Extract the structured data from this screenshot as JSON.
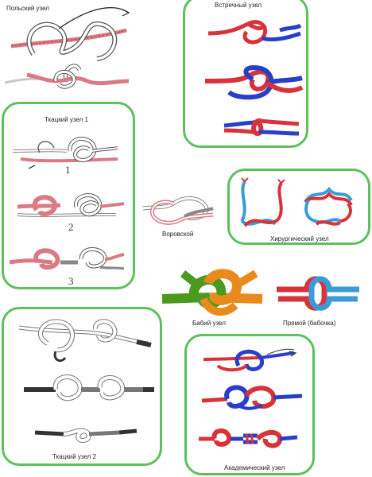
{
  "knots": {
    "polish": {
      "label": "Польский узел"
    },
    "counter": {
      "label": "Встречный узел"
    },
    "weaver1": {
      "label": "Ткацкий узел 1",
      "steps": [
        "1",
        "2",
        "3"
      ]
    },
    "thief": {
      "label": "Воровской"
    },
    "surgeon": {
      "label": "Хирургический узел"
    },
    "granny": {
      "label": "Бабий узел"
    },
    "reef": {
      "label": "Прямой (бабочка)"
    },
    "weaver2": {
      "label": "Ткацкий узел 2"
    },
    "academic": {
      "label": "Академический узел"
    }
  },
  "colors": {
    "panel_border": "#5cc15a",
    "red": "#d8333a",
    "blue": "#2a3fc8",
    "pink": "#d97a85",
    "grey": "#9a9a9a",
    "orange": "#e88a1c",
    "green": "#4a9a1e",
    "light_blue": "#3b9bd8"
  }
}
